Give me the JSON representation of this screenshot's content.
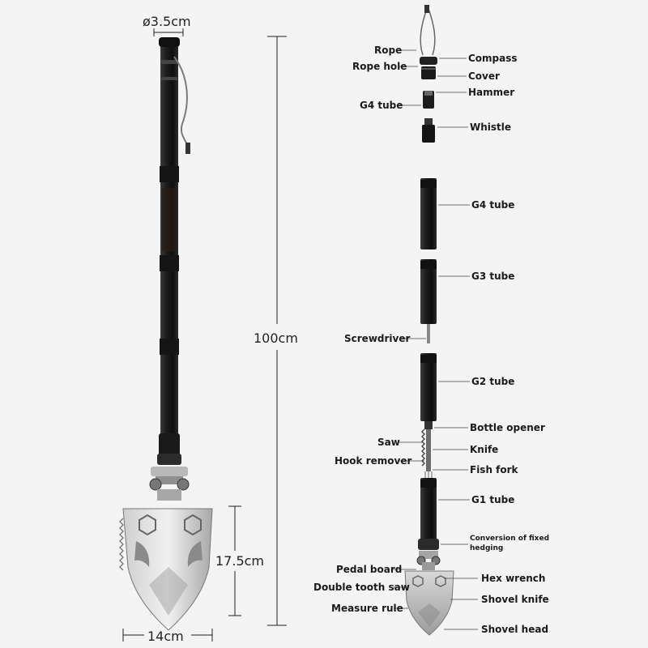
{
  "dimensions": {
    "diameter": "ø3.5cm",
    "length": "100cm",
    "blade_height": "17.5cm",
    "blade_width": "14cm"
  },
  "labels": {
    "rope": "Rope",
    "rope_hole": "Rope hole",
    "compass": "Compass",
    "cover": "Cover",
    "hammer": "Hammer",
    "g4_tube_top": "G4 tube",
    "whistle": "Whistle",
    "g4_tube": "G4 tube",
    "g3_tube": "G3 tube",
    "screwdriver": "Screwdriver",
    "g2_tube": "G2 tube",
    "bottle_opener": "Bottle opener",
    "saw": "Saw",
    "knife": "Knife",
    "hook_remover": "Hook remover",
    "fish_fork": "Fish fork",
    "g1_tube": "G1 tube",
    "conversion_line1": "Conversion of fixed",
    "conversion_line2": "hedging",
    "pedal_board": "Pedal board",
    "hex_wrench": "Hex wrench",
    "double_tooth_saw": "Double tooth saw",
    "shovel_knife": "Shovel knife",
    "measure_rule": "Measure rule",
    "shovel_head": "Shovel head"
  }
}
